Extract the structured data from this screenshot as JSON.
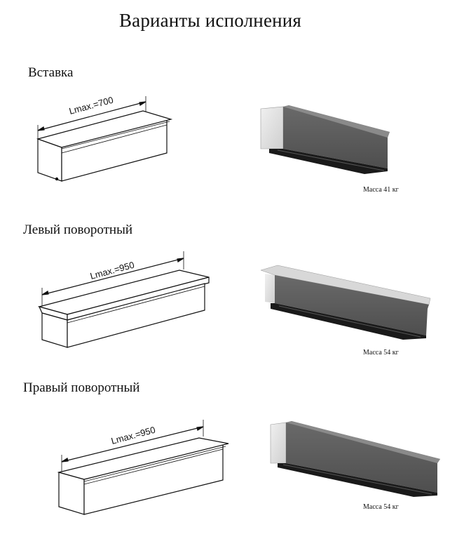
{
  "title": "Варианты исполнения",
  "variants": [
    {
      "label": "Вставка",
      "dimension": "Lmax.=700",
      "mass": "Масса 41 кг"
    },
    {
      "label": "Левый поворотный",
      "dimension": "Lmax.=950",
      "mass": "Масса 54 кг"
    },
    {
      "label": "Правый поворотный",
      "dimension": "Lmax.=950",
      "mass": "Масса 54 кг"
    }
  ]
}
